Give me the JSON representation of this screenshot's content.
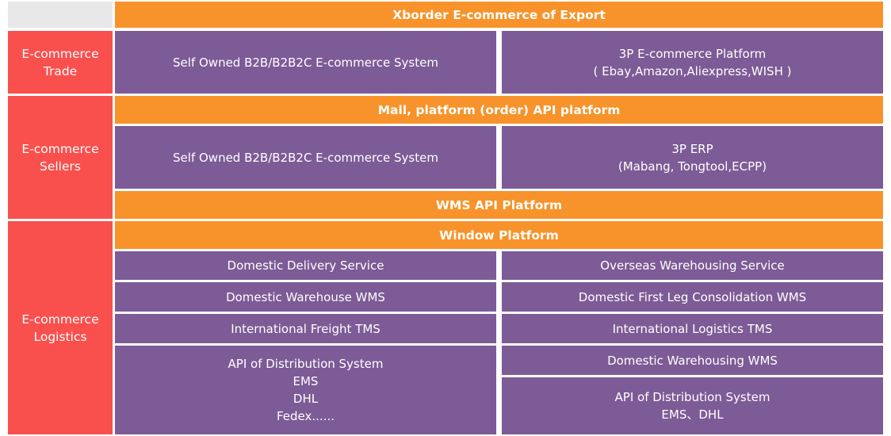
{
  "header": {
    "title": "Xborder E-commerce of Export"
  },
  "trade": {
    "label": [
      "E-commerce",
      "Trade"
    ],
    "left": [
      "Self Owned B2B/B2B2C E-commerce System"
    ],
    "right": [
      "3P E-commerce Platform",
      "( Ebay,Amazon,Aliexpress,WISH )"
    ]
  },
  "sellers": {
    "label": [
      "E-commerce",
      "Sellers"
    ],
    "bar_top": "Mall, platform (order) API platform",
    "left": [
      "Self Owned B2B/B2B2C E-commerce System"
    ],
    "right": [
      "3P ERP",
      "(Mabang, Tongtool,ECPP)"
    ],
    "bar_bottom": "WMS API Platform"
  },
  "logistics": {
    "label": [
      "E-commerce",
      "Logistics"
    ],
    "bar_top": "Window Platform",
    "left": [
      [
        "Domestic Delivery Service"
      ],
      [
        "Domestic Warehouse WMS"
      ],
      [
        "International Freight TMS"
      ],
      [
        "API of Distribution System",
        "EMS",
        "DHL",
        "Fedex......"
      ]
    ],
    "right": [
      [
        "Overseas Warehousing Service"
      ],
      [
        "Domestic First Leg Consolidation WMS"
      ],
      [
        "International Logistics TMS"
      ],
      [
        "Domestic Warehousing WMS"
      ],
      [
        "API of Distribution System",
        "EMS、DHL"
      ]
    ]
  },
  "colors": {
    "orange": "#f7932a",
    "red": "#f9504e",
    "purple": "#7d5b96",
    "corner": "#e8e8e8"
  }
}
